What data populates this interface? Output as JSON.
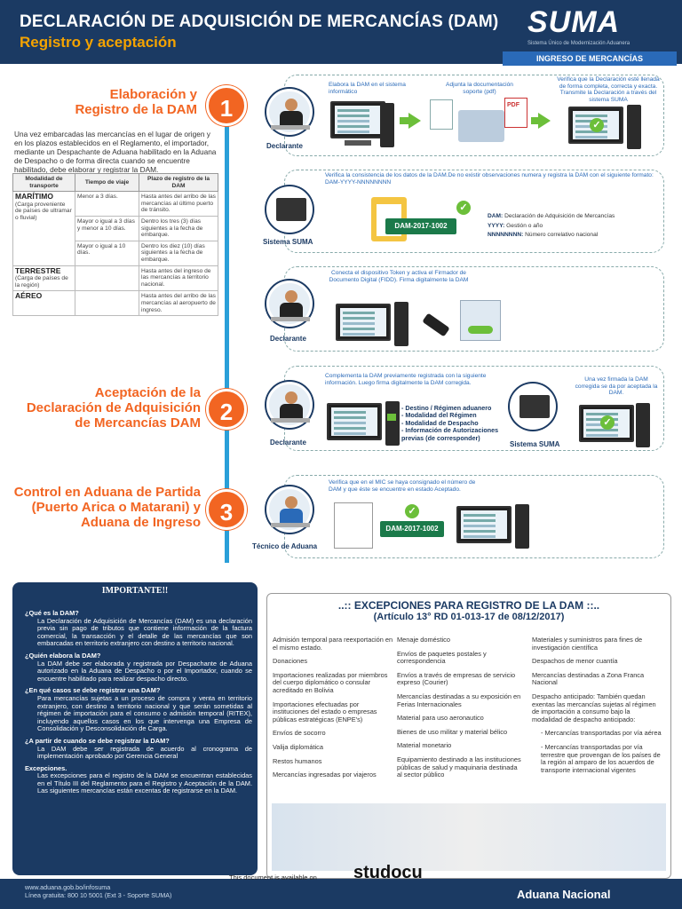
{
  "header": {
    "title": "DECLARACIÓN DE ADQUISICIÓN DE MERCANCÍAS (DAM)",
    "subtitle": "Registro y aceptación",
    "logo_text": "SUMA",
    "logo_sub": "Sistema Único de Modernización Aduanera",
    "section_badge": "INGRESO DE MERCANCÍAS"
  },
  "steps": {
    "s1": {
      "number": "1",
      "title": [
        "Elaboración y",
        "Registro de la DAM"
      ]
    },
    "s2": {
      "number": "2",
      "title": [
        "Aceptación de la",
        "Declaración de Adquisición",
        "de Mercancías DAM"
      ]
    },
    "s3": {
      "number": "3",
      "title": [
        "Control en Aduana de Partida",
        "(Puerto Arica o Matarani) y",
        "Aduana de Ingreso"
      ]
    }
  },
  "intro": "Una vez embarcadas las mercancías en el lugar de origen y en los plazos establecidos en el Reglamento, el importador, mediante un Despachante de Aduana habilitado en la Aduana de Despacho o de forma directa cuando se encuentre habilitado, debe elaborar y registrar la DAM.",
  "table": {
    "headers": [
      "Modalidad de transporte",
      "Tiempo de viaje",
      "Plazo de registro de la DAM"
    ],
    "maritimo": {
      "name": "MARÍTIMO",
      "desc": "(Carga proveniente de países de ultramar o fluvial)",
      "rows": [
        [
          "Menor a 3 días.",
          "Hasta antes del arribo de las mercancías al último puerto de tránsito."
        ],
        [
          "Mayor o igual a 3 días y menor a 10 días.",
          "Dentro los tres (3) días siguientes a la fecha de embarque."
        ],
        [
          "Mayor o igual a 10 días.",
          "Dentro los diez (10) días siguientes a la fecha de embarque."
        ]
      ]
    },
    "terrestre": {
      "name": "TERRESTRE",
      "desc": "(Carga de países de la región)",
      "plazo": "Hasta antes del ingreso de las mercancías a territorio nacional."
    },
    "aereo": {
      "name": "AÉREO",
      "plazo": "Hasta antes del arribo de las mercancías al aeropuerto de ingreso."
    }
  },
  "panel1": {
    "label": "Declarante",
    "t1": "Elabora la DAM en el sistema informático",
    "t2": "Adjunta la documentación soporte (pdf)",
    "t3": "Verifica que la Declaración esté llenada de forma completa, correcta y exacta. Transmite la Declaración a través del sistema SUMA",
    "pdf": "PDF"
  },
  "panel2": {
    "label": "Sistema SUMA",
    "text": "Verifica la consistencia de los datos de la DAM.De no existir observaciones numera y registra la DAM con el siguiente formato: DAM-YYYY-NNNNNNNN",
    "tag": "DAM-2017-1002",
    "l1k": "DAM:",
    "l1v": "Declaración de Adquisición de Mercancías",
    "l2k": "YYYY:",
    "l2v": "Gestión o año",
    "l3k": "NNNNNNNN:",
    "l3v": "Número correlativo nacional"
  },
  "panel3": {
    "label": "Declarante",
    "text": "Conecta el dispositivo Token y activa el Firmador de Documento Digital (FIDD). Firma digitalmente la DAM"
  },
  "panel4": {
    "label1": "Declarante",
    "label2": "Sistema SUMA",
    "text": "Complementa la DAM previamente registrada con la siguiente información. Luego firma digitalmente la DAM corregida.",
    "bullets": [
      "- Destino / Régimen aduanero",
      "- Modalidad del Régimen",
      "- Modalidad de Despacho",
      "- Información de Autorizaciones previas (de corresponder)"
    ],
    "text2": "Una vez firmada la DAM corregida se da por aceptada la DAM."
  },
  "panel5": {
    "label": "Técnico de Aduana",
    "text": "Verifica que en el MIC se haya consignado el número de DAM y que éste se encuentre en estado Aceptado.",
    "tag": "DAM-2017-1002"
  },
  "important": {
    "title": "IMPORTANTE!!",
    "items": [
      {
        "q": "¿Qué es la DAM?",
        "a": "La Declaración de Adquisición de Mercancías (DAM) es una declaración previa sin pago de tributos que contiene información de la factura comercial, la transacción y el detalle de las mercancías que son embarcadas en territorio extranjero con destino a territorio nacional."
      },
      {
        "q": "¿Quién elabora la DAM?",
        "a": "La DAM debe ser elaborada y registrada por Despachante de Aduana autorizado en la Aduana de Despacho o por el Importador, cuando se encuentre habilitado para realizar despacho directo."
      },
      {
        "q": "¿En qué casos se debe registrar una DAM?",
        "a": "Para mercancías sujetas a un proceso de compra y venta en territorio extranjero, con destino a territorio nacional y que serán sometidas al régimen de importación para el consumo o admisión temporal (RITEX), incluyendo aquellos casos en los que intervenga una Empresa de Consolidación y Desconsolidación de Carga."
      },
      {
        "q": "¿A partir de cuando se debe registrar la DAM?",
        "a": "La DAM debe ser registrada de acuerdo al cronograma de implementación aprobado por Gerencia General"
      },
      {
        "q": "Excepciones.",
        "a": "Las excepciones para el registro de la DAM se encuentran establecidas en el Título III del Reglamento para el Registro y Aceptación de la DAM. Las siguientes mercancías están excentas de registrarse en la DAM."
      }
    ]
  },
  "exceptions": {
    "title": "..:: EXCEPCIONES PARA REGISTRO DE LA DAM ::..",
    "subtitle": "(Artículo 13° RD 01-013-17 de 08/12/2017)",
    "col1": [
      "Admisión temporal para reexportación en el mismo estado.",
      "Donaciones",
      "Importaciones realizadas por miembros del cuerpo diplomático o consular acreditado en Bolivia",
      "Importaciones efectuadas por instituciones del estado o empresas públicas estratégicas (ENPE's)",
      "Envíos de socorro",
      "Valija diplomática",
      "Restos humanos",
      "Mercancías ingresadas por viajeros"
    ],
    "col2": [
      "Menaje doméstico",
      "Envíos de paquetes postales y correspondencia",
      "Envíos a través de empresas de servicio expreso (Courier)",
      "Mercancías destinadas a su exposición en Ferias Internacionales",
      "Material para uso aeronautico",
      "Bienes de uso militar y material bélico",
      "Material monetario",
      "Equipamiento destinado a las instituciones públicas de salud y maquinaria destinada al sector público"
    ],
    "col3": [
      "Materiales y suministros para fines de investigación científica",
      "Despachos de menor cuantía",
      "Mercancías destinadas a Zona Franca Nacional",
      "Despacho anticipado: También quedan exentas las mercancías sujetas al régimen de importación a consumo bajo la modalidad de despacho anticipado:",
      "- Mercancías transportadas por vía aérea",
      "- Mercancías transportadas por vía terrestre que provengan de los países de la región al amparo de los acuerdos de transporte internacional vigentes"
    ]
  },
  "footer": {
    "web": "www.aduana.gob.bo/infosuma",
    "phone": "Línea gratuita: 800 10 5001 (Ext 3 - Soporte SUMA)",
    "brand": "Aduana Nacional",
    "available": "This document is available on",
    "studocu": "studocu"
  },
  "colors": {
    "navy": "#1b3a63",
    "orange": "#f26522",
    "accent_blue": "#2a9fd8",
    "green": "#6cbf3a"
  }
}
